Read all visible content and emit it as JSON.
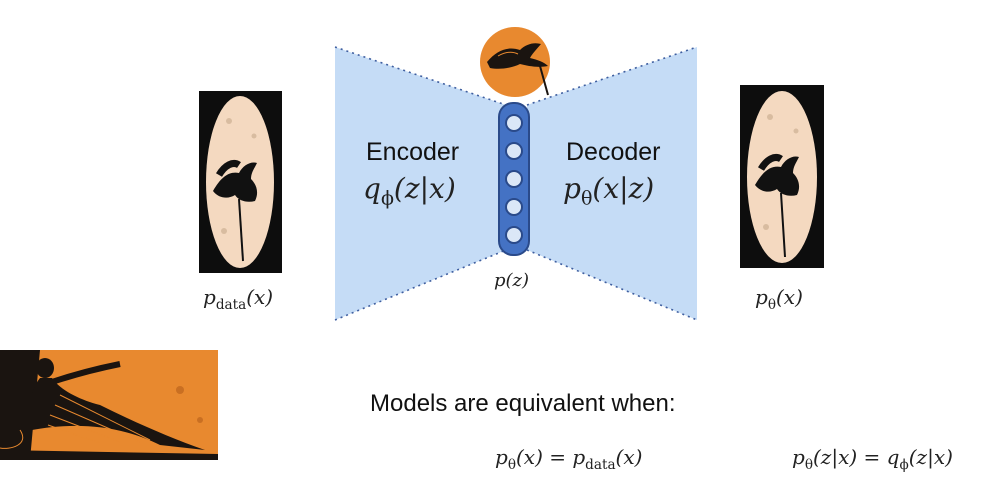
{
  "diagram": {
    "encoder": {
      "title": "Encoder",
      "formula_main": "q",
      "formula_sub": "ϕ",
      "formula_rest": "(z|x)"
    },
    "decoder": {
      "title": "Decoder",
      "formula_main": "p",
      "formula_sub": "θ",
      "formula_rest": "(x|z)"
    },
    "latent": {
      "label_main": "p(z)",
      "node_count": 5
    },
    "input_label": {
      "main": "p",
      "sub": "data",
      "rest": "(x)"
    },
    "output_label": {
      "main": "p",
      "sub": "θ",
      "rest": "(x)"
    },
    "equivalence_heading": "Models are equivalent when:",
    "equation_1": {
      "lhs_main": "p",
      "lhs_sub": "θ",
      "lhs_rest": "(x) = ",
      "rhs_main": "p",
      "rhs_sub": "data",
      "rhs_rest": "(x)"
    },
    "equation_2": {
      "lhs_main": "p",
      "lhs_sub": "θ",
      "lhs_rest": "(z|x) = ",
      "rhs_main": "q",
      "rhs_sub": "ϕ",
      "rhs_rest": "(z|x)"
    }
  },
  "colors": {
    "trapezoid_fill": "#c5dcf6",
    "latent_fill": "#4472c4",
    "latent_node_fill": "#dbe7f7",
    "orange": "#e8892f",
    "dark": "#111111",
    "egg": "#f4d9c0"
  },
  "icons": [
    "bird-circle-image",
    "input-bird-image",
    "output-bird-image",
    "greek-vase-figure-image"
  ]
}
